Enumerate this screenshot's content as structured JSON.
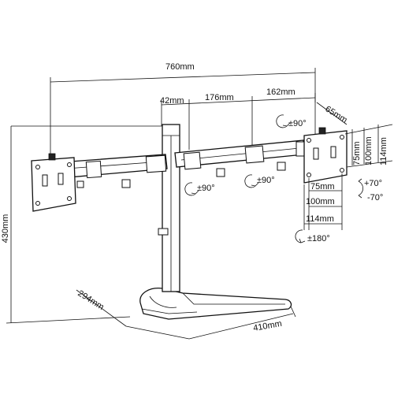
{
  "dimensions": {
    "overall_width": "760mm",
    "pole_offset": "42mm",
    "arm_inner": "176mm",
    "arm_outer": "162mm",
    "head_extension": "65mm",
    "height": "430mm",
    "base_depth": "294mm",
    "base_width": "410mm"
  },
  "vesa": {
    "h75": "75mm",
    "h100": "100mm",
    "h114": "114mm",
    "v75": "75mm",
    "v100": "100mm",
    "v114": "114mm"
  },
  "rotations": {
    "swivel_head": "±90°",
    "swivel_arm_left": "±90°",
    "swivel_arm_right": "±90°",
    "tilt_up": "+70°",
    "tilt_down": "-70°",
    "rotate": "±180°"
  }
}
